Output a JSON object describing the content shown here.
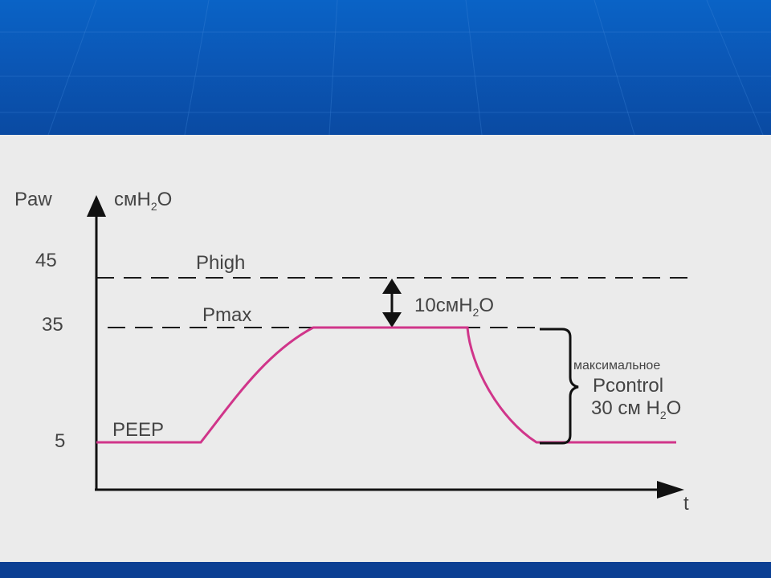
{
  "diagram": {
    "y_axis_label": "Paw",
    "y_unit_main": "смH",
    "y_unit_sub": "2",
    "y_unit_tail": "O",
    "x_axis_label": "t",
    "ticks": [
      "45",
      "35",
      "5"
    ],
    "phigh_label": "Phigh",
    "pmax_label": "Pmax",
    "peep_label": "PEEP",
    "delta_main": "10смH",
    "delta_sub": "2",
    "delta_tail": "O",
    "max_label": "максимальное",
    "pcontrol_label": "Pcontrol",
    "pcontrol_value_main": "30 см H",
    "pcontrol_value_sub": "2",
    "pcontrol_value_tail": "O",
    "colors": {
      "curve": "#d0358a",
      "axis": "#111111",
      "dashed": "#1a1a1a",
      "text": "#444444"
    }
  }
}
